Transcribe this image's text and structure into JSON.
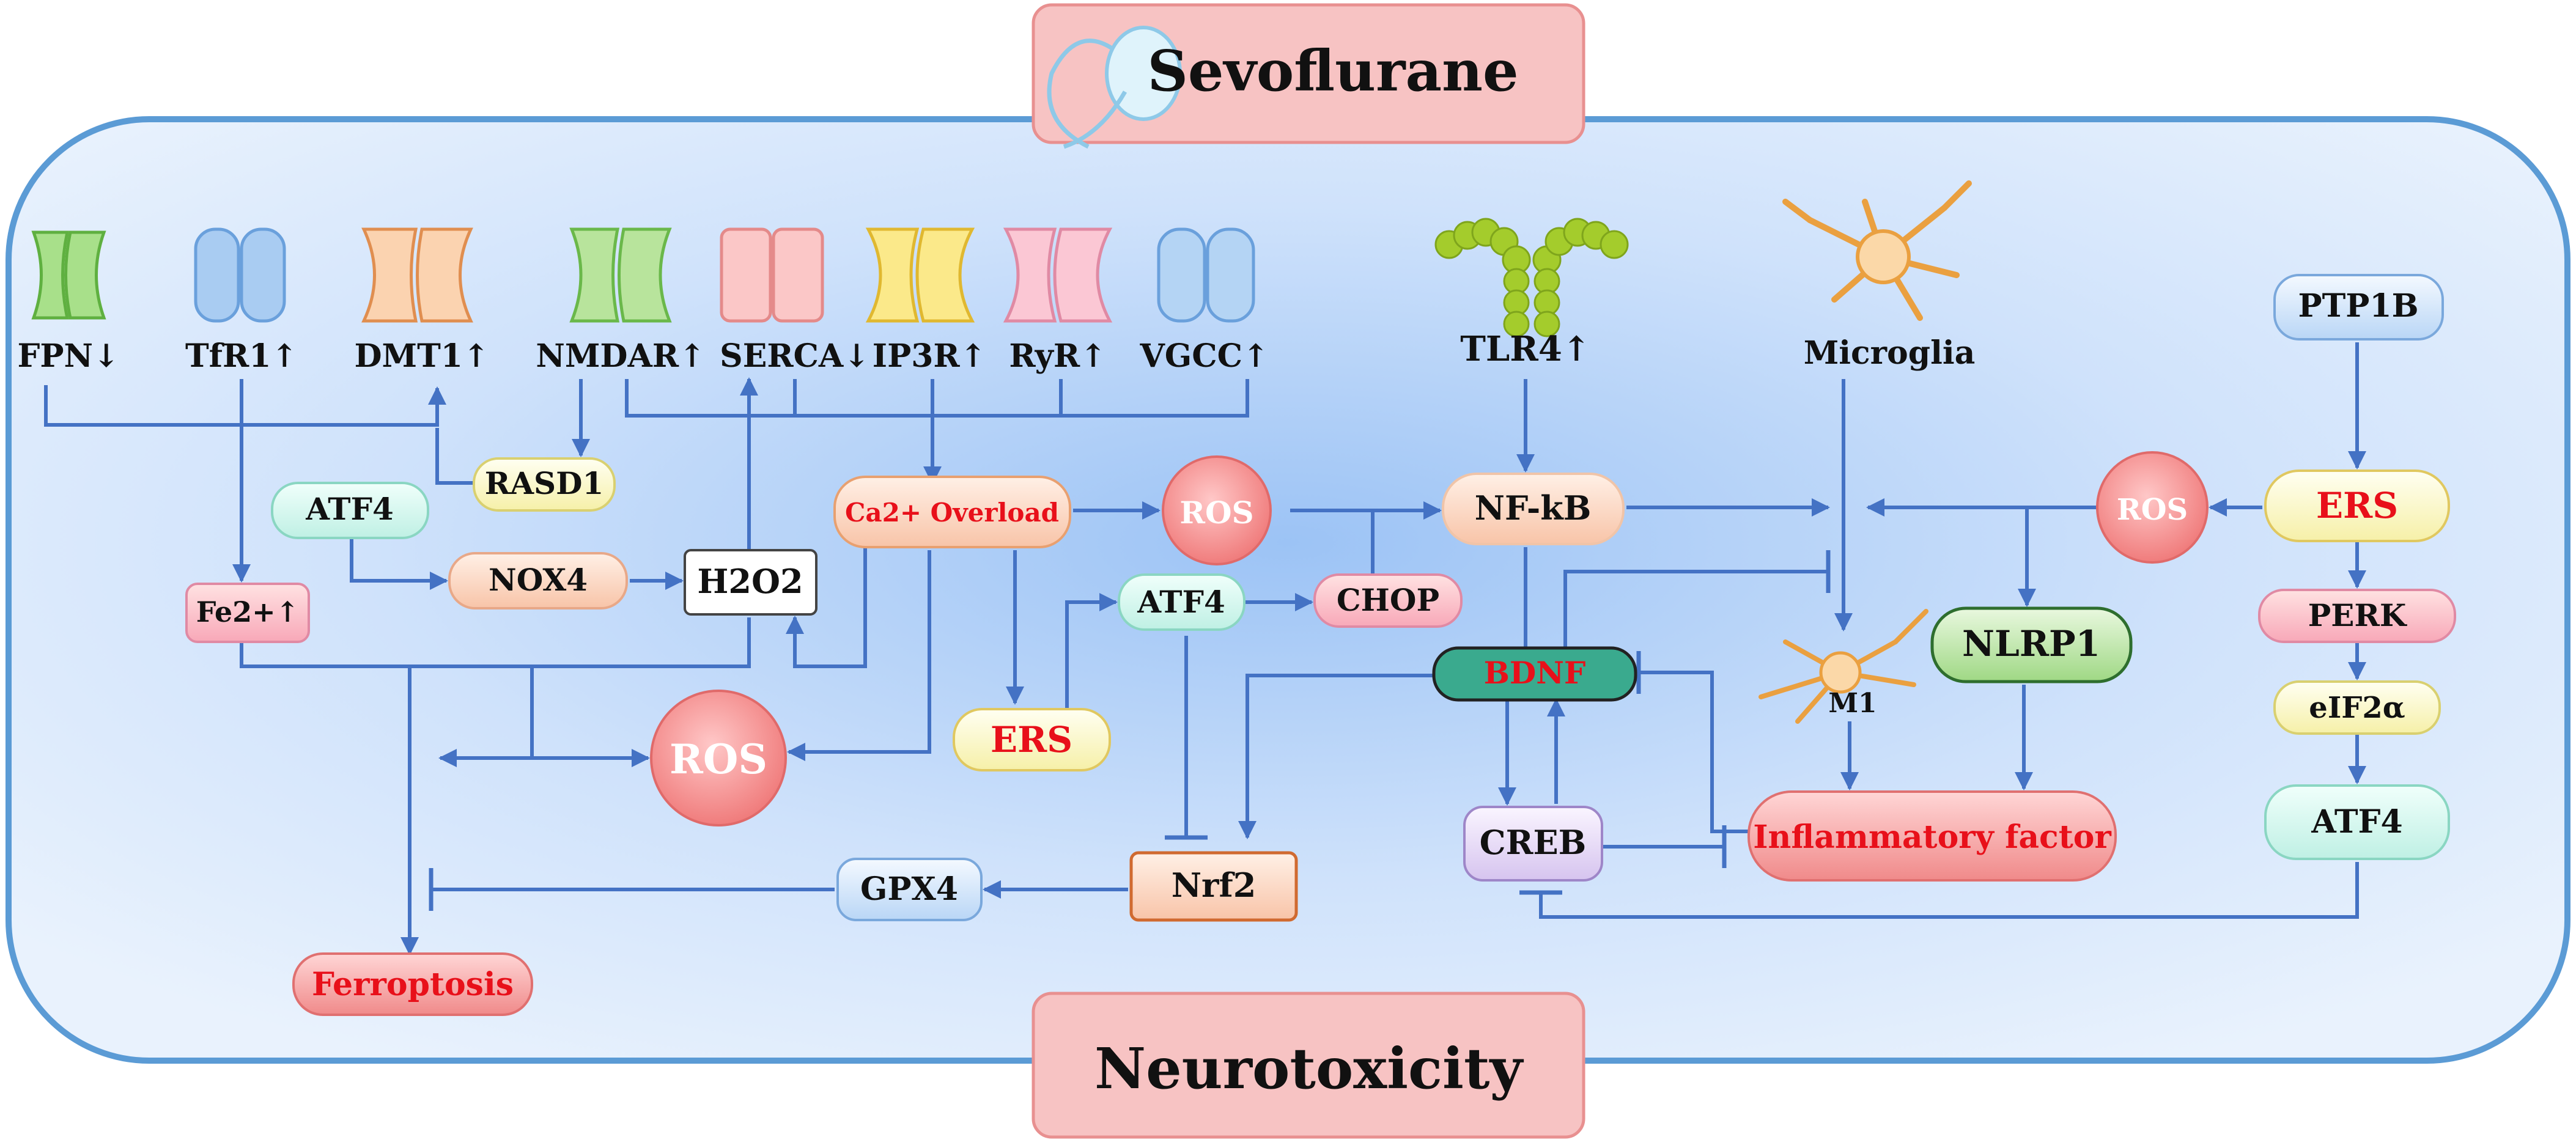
{
  "title_top": "Sevoflurane",
  "title_bottom": "Neurotoxicity",
  "channels": {
    "fpn": "FPN↓",
    "tfr1": "TfR1↑",
    "dmt1": "DMT1↑",
    "nmdar": "NMDAR↑",
    "serca": "SERCA↓",
    "ip3r": "IP3R↑",
    "ryr": "RyR↑",
    "vgcc": "VGCC↑",
    "tlr4": "TLR4↑"
  },
  "nodes": {
    "rasd1": "RASD1",
    "atf4_left": "ATF4",
    "nox4": "NOX4",
    "h2o2": "H2O2",
    "fe2": "Fe2+↑",
    "ca_overload": "Ca2+ Overload",
    "ros_mid": "ROS",
    "ros_center": "ROS",
    "ros_right": "ROS",
    "atf4_mid": "ATF4",
    "chop": "CHOP",
    "ers_mid": "ERS",
    "nfkb": "NF-kB",
    "bdnf": "BDNF",
    "creb": "CREB",
    "nrf2": "Nrf2",
    "gpx4": "GPX4",
    "ferroptosis": "Ferroptosis",
    "microglia": "Microglia",
    "m1": "M1",
    "nlrp1": "NLRP1",
    "inflammatory": "Inflammatory factor",
    "ptp1b": "PTP1B",
    "ers_right": "ERS",
    "perk": "PERK",
    "eif2a": "eIF2α",
    "atf4_right": "ATF4"
  },
  "colors": {
    "arrow": "#4472c4",
    "cell_border": "#5b9bd5",
    "title_box": "#f7b9b9",
    "red_text": "#e8101a"
  }
}
